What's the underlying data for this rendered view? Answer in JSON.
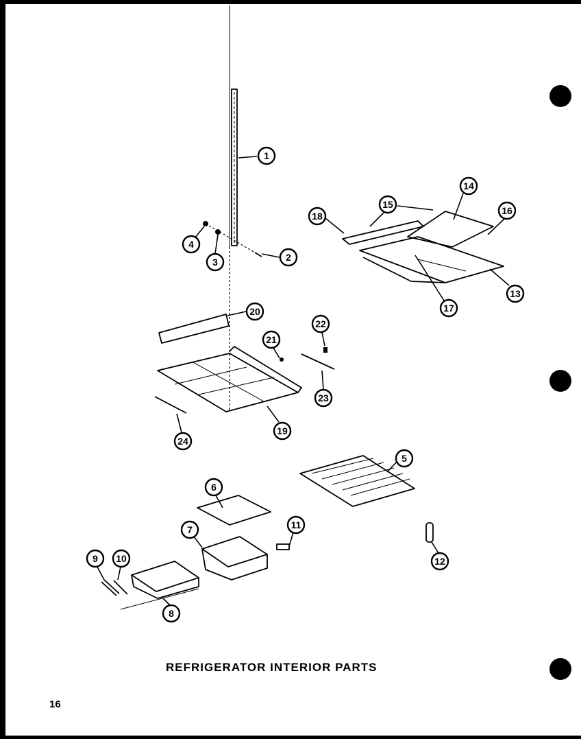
{
  "title": "REFRIGERATOR INTERIOR PARTS",
  "page_number": "16",
  "callouts": [
    "1",
    "2",
    "3",
    "4",
    "5",
    "6",
    "7",
    "8",
    "9",
    "10",
    "11",
    "12",
    "13",
    "14",
    "15",
    "16",
    "17",
    "18",
    "19",
    "20",
    "21",
    "22",
    "23",
    "24"
  ],
  "colors": {
    "ink": "#000000",
    "paper": "#ffffff",
    "border": "#000000"
  }
}
